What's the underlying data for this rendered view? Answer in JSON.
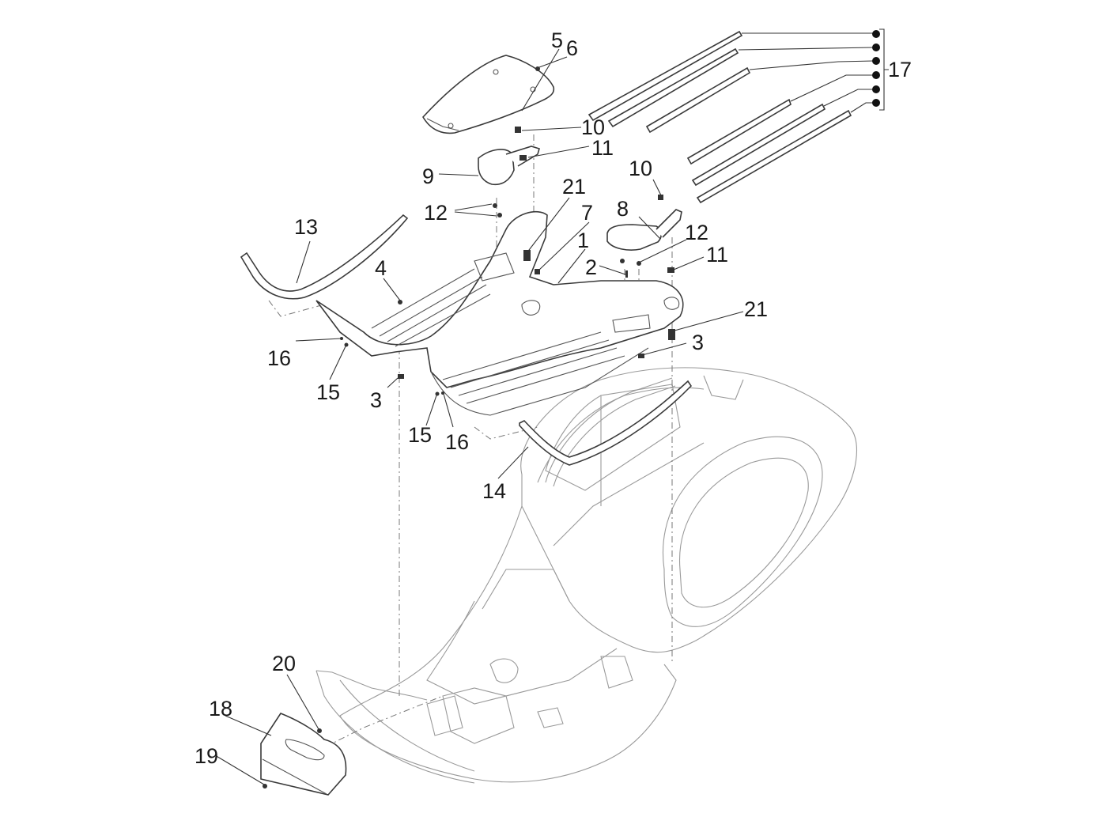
{
  "diagram": {
    "title": "Scooter floor panel / footboard exploded parts view",
    "part_callouts": [
      {
        "id": "1",
        "label": "1"
      },
      {
        "id": "2",
        "label": "2"
      },
      {
        "id": "3a",
        "label": "3"
      },
      {
        "id": "3b",
        "label": "3"
      },
      {
        "id": "4",
        "label": "4"
      },
      {
        "id": "5",
        "label": "5"
      },
      {
        "id": "6",
        "label": "6"
      },
      {
        "id": "7",
        "label": "7"
      },
      {
        "id": "8",
        "label": "8"
      },
      {
        "id": "9",
        "label": "9"
      },
      {
        "id": "10a",
        "label": "10"
      },
      {
        "id": "10b",
        "label": "10"
      },
      {
        "id": "11a",
        "label": "11"
      },
      {
        "id": "11b",
        "label": "11"
      },
      {
        "id": "12a",
        "label": "12"
      },
      {
        "id": "12b",
        "label": "12"
      },
      {
        "id": "13",
        "label": "13"
      },
      {
        "id": "14",
        "label": "14"
      },
      {
        "id": "15a",
        "label": "15"
      },
      {
        "id": "15b",
        "label": "15"
      },
      {
        "id": "16a",
        "label": "16"
      },
      {
        "id": "16b",
        "label": "16"
      },
      {
        "id": "17",
        "label": "17"
      },
      {
        "id": "18",
        "label": "18"
      },
      {
        "id": "19",
        "label": "19"
      },
      {
        "id": "20",
        "label": "20"
      },
      {
        "id": "21a",
        "label": "21"
      },
      {
        "id": "21b",
        "label": "21"
      }
    ],
    "components": [
      {
        "name": "footboard-floor-panel",
        "ref": "1"
      },
      {
        "name": "screw",
        "ref": "2"
      },
      {
        "name": "clip-nut",
        "ref": "3"
      },
      {
        "name": "screw",
        "ref": "4"
      },
      {
        "name": "tunnel-cover",
        "ref": "5"
      },
      {
        "name": "screw",
        "ref": "6"
      },
      {
        "name": "fastener",
        "ref": "7"
      },
      {
        "name": "right-bracket-pad",
        "ref": "8"
      },
      {
        "name": "left-bracket-pad",
        "ref": "9"
      },
      {
        "name": "screw",
        "ref": "10"
      },
      {
        "name": "clip",
        "ref": "11"
      },
      {
        "name": "nut",
        "ref": "12"
      },
      {
        "name": "left-edge-trim",
        "ref": "13"
      },
      {
        "name": "right-edge-trim",
        "ref": "14"
      },
      {
        "name": "screw",
        "ref": "15"
      },
      {
        "name": "washer",
        "ref": "16"
      },
      {
        "name": "footboard-rubber-strips-set",
        "ref": "17",
        "count": 6
      },
      {
        "name": "front-lower-cover",
        "ref": "18"
      },
      {
        "name": "screw",
        "ref": "19"
      },
      {
        "name": "nut",
        "ref": "20"
      },
      {
        "name": "rivet-plug",
        "ref": "21"
      }
    ]
  }
}
